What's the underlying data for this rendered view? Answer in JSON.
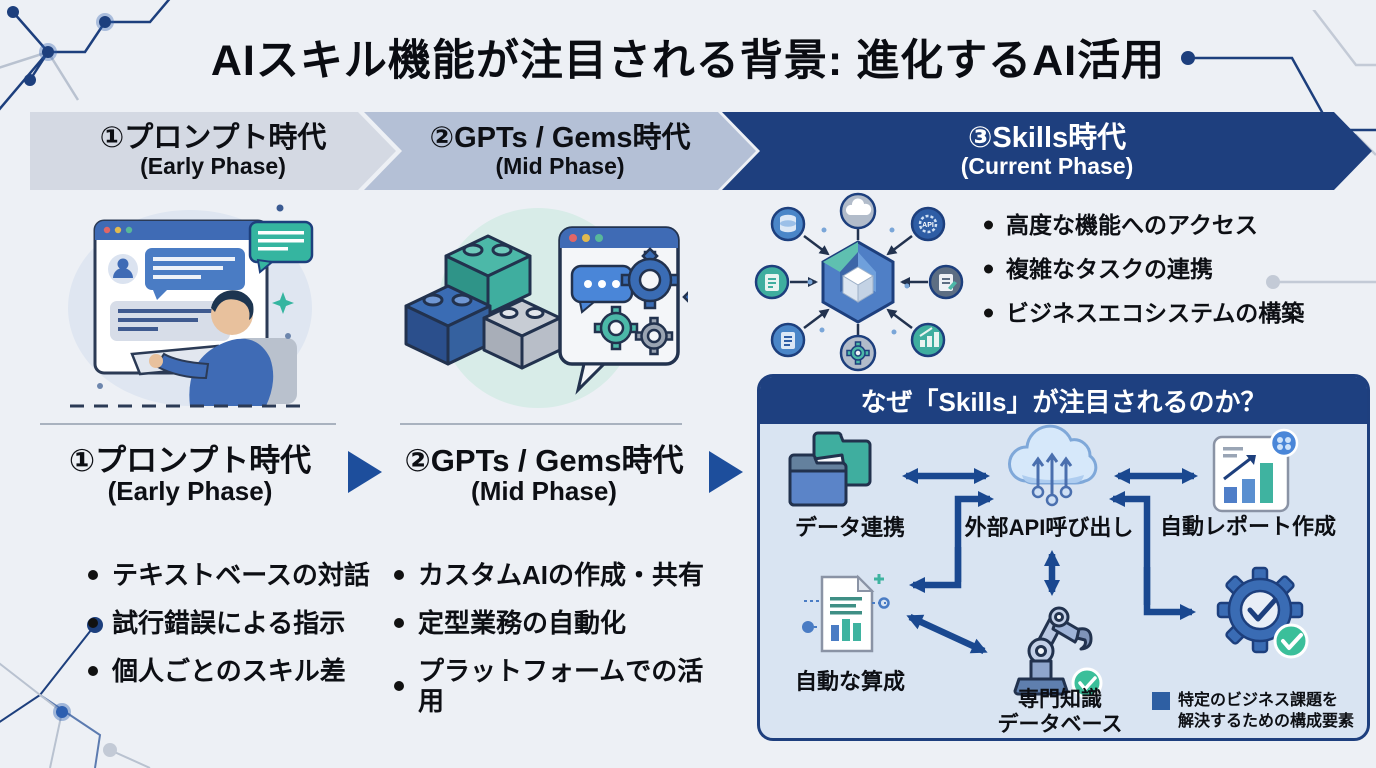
{
  "title": "AIスキル機能が注目される背景: 進化するAI活用",
  "phases": [
    {
      "name": "①プロンプト時代",
      "phase_en": "(Early Phase)",
      "bullets": [
        "テキストベースの対話",
        "試行錯誤による指示",
        "個人ごとのスキル差"
      ]
    },
    {
      "name": "②GPTs / Gems時代",
      "phase_en": "(Mid Phase)",
      "bullets": [
        "カスタムAIの作成・共有",
        "定型業務の自動化",
        "プラットフォームでの活用"
      ]
    },
    {
      "name": "③Skills時代",
      "phase_en": "(Current Phase)",
      "bullets": [
        "高度な機能へのアクセス",
        "複雑なタスクの連携",
        "ビジネスエコシステムの構築"
      ]
    }
  ],
  "skills_box": {
    "heading": "なぜ「Skills」が注目されるのか？",
    "node_data_link": "データ連携",
    "node_api": "外部API呼び出し",
    "node_report": "自動レポート作成",
    "node_auto_calc": "自動な算成",
    "node_knowledge_line1": "専門知識",
    "node_knowledge_line2": "データベース",
    "legend_line1": "特定のビジネス課題を",
    "legend_line2": "解決するための構成要素"
  },
  "hub": {
    "api_badge": "API"
  },
  "icons": [
    "chat-illustration",
    "lego-blocks-illustration",
    "hub-network-illustration",
    "folder-icon",
    "cloud-api-icon",
    "report-icon",
    "document-chart-icon",
    "robot-arm-icon",
    "gear-check-icon",
    "right-triangle-arrow-icon"
  ],
  "colors": {
    "background": "#edf0f5",
    "banner_early": "#d4d9e3",
    "banner_mid": "#b4c0d6",
    "banner_skills": "#1e3f7e",
    "box_border": "#1e3f7e",
    "box_header": "#1e4080",
    "box_body": "#d9e4f2",
    "arrow_navy": "#1a4890",
    "teal_accent": "#3bb3a3"
  }
}
